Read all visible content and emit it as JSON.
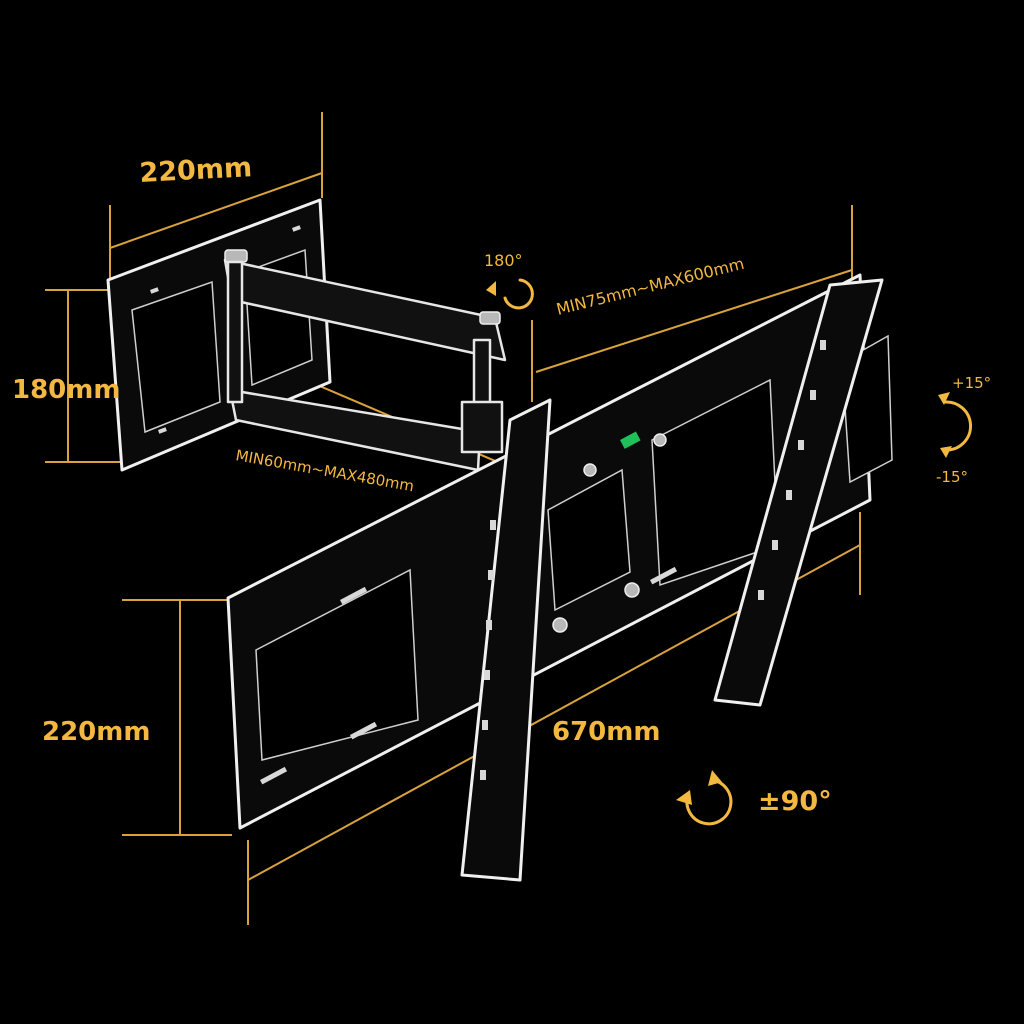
{
  "labels": {
    "wall_plate_width": "220mm",
    "wall_plate_height": "180mm",
    "lower_plate_height": "220mm",
    "arm_extension": "MIN60mm~MAX480mm",
    "vesa_range": "MIN75mm~MAX600mm",
    "swivel": "180°",
    "tilt_up": "+15°",
    "tilt_down": "-15°",
    "rotation": "±90°",
    "bracket_width": "670mm"
  },
  "colors": {
    "background": "#000000",
    "accent": "#f2b840",
    "outline": "#f0f0f0"
  },
  "icons": {
    "swivel": "rotate-arrow-icon",
    "tilt": "tilt-arrow-icon",
    "rotation": "rotate-arrow-icon"
  }
}
